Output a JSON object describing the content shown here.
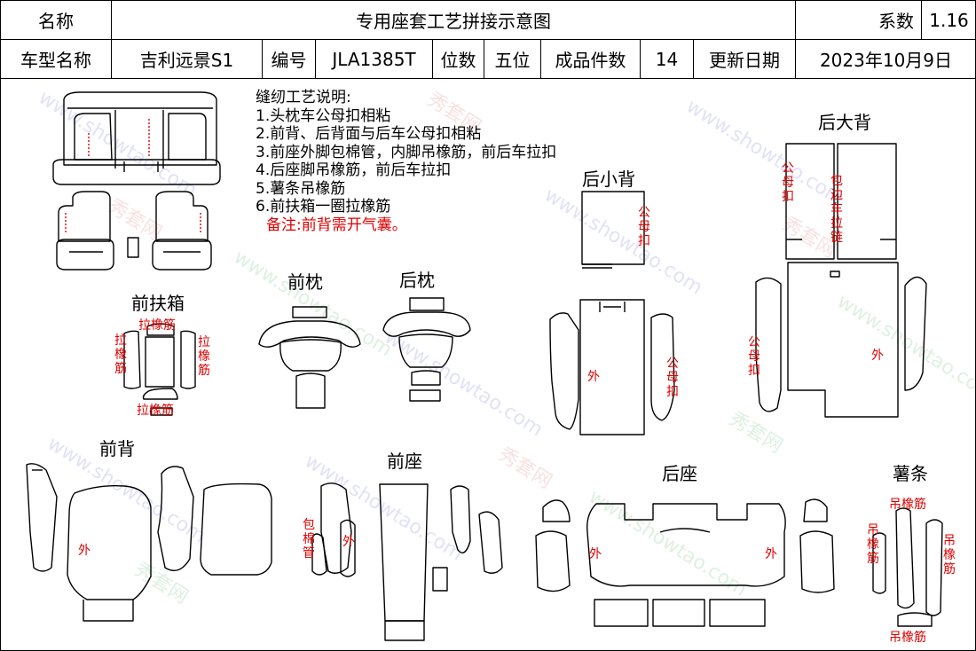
{
  "header": {
    "name_label": "名称",
    "title": "专用座套工艺拼接示意图",
    "coef_label": "系数",
    "coef_value": "1.16",
    "model_label": "车型名称",
    "model_value": "吉利远景S1",
    "code_label": "编号",
    "code_value": "JLA1385T",
    "seats_label": "位数",
    "seats_value": "五位",
    "pieces_label": "成品件数",
    "pieces_value": "14",
    "date_label": "更新日期",
    "date_value": "2023年10月9日"
  },
  "notes": {
    "title": "缝纫工艺说明:",
    "items": [
      "1.头枕车公母扣相粘",
      "2.前背、后背面与后车公母扣相粘",
      "3.前座外脚包棉管，内脚吊橡筋，前后车拉扣",
      "4.后座脚吊橡筋，前后车拉扣",
      "5.薯条吊橡筋",
      "6.前扶箱一圈拉橡筋"
    ],
    "remark": "备注:前背需开气囊。"
  },
  "sections": {
    "front_armrest": "前扶箱",
    "front_headrest": "前枕",
    "rear_headrest": "后枕",
    "rear_small_back": "后小背",
    "rear_big_back": "后大背",
    "front_back": "前背",
    "front_seat": "前座",
    "rear_seat": "后座",
    "fries_strip": "薯条"
  },
  "annotations": {
    "pull_elastic": "拉橡筋",
    "male_female_buckle": "公母扣",
    "bag_cotton_tube": "包棉管",
    "outer": "外",
    "zipper_edge": "包边车拉链",
    "hang_elastic": "吊橡筋"
  },
  "watermark": {
    "cn": "秀套网",
    "en": "www.showtao.com"
  },
  "colors": {
    "annotation_red": "#e00000",
    "outline": "#000000"
  }
}
